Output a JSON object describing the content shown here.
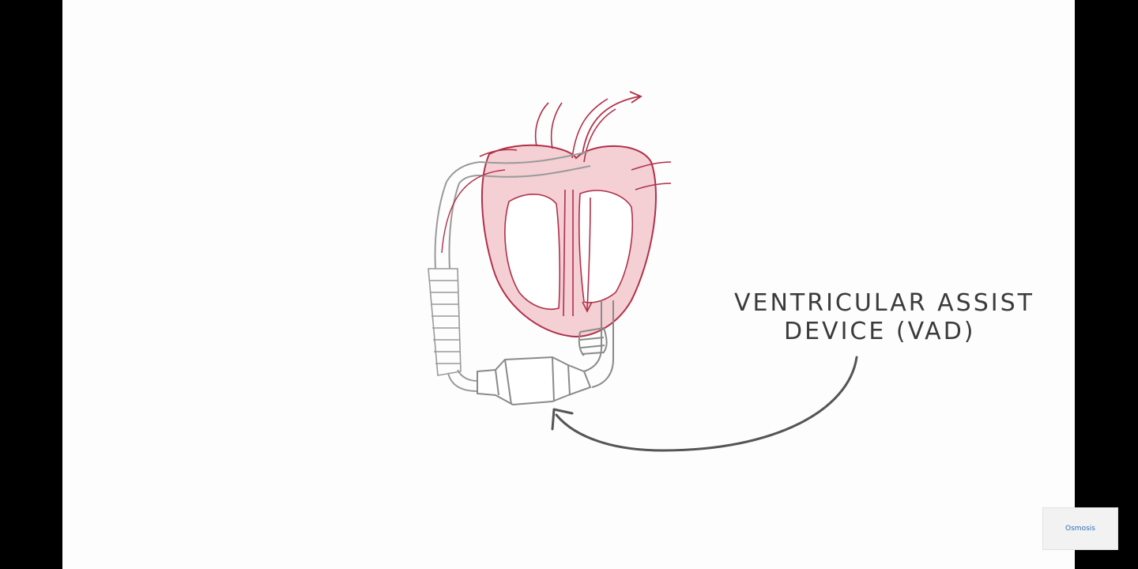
{
  "labels": {
    "line1": "Ventricular assist",
    "line2": "Device (VAD)"
  },
  "logo": {
    "text": "Osmosis"
  },
  "colors": {
    "heart_fill": "#f4cfd4",
    "heart_stroke": "#b03048",
    "device_stroke": "#8a8a8a",
    "arrow": "#555555",
    "background": "#fdfdfd"
  }
}
